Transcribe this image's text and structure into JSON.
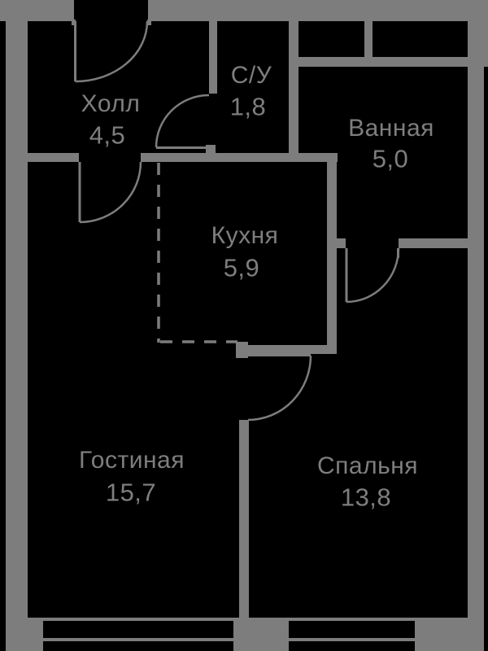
{
  "floorplan": {
    "type": "apartment-floor-plan",
    "language": "ru",
    "colors": {
      "background": "#000000",
      "walls": "#7d7d7d",
      "labels": "#7e7e7e"
    },
    "rooms": [
      {
        "id": "hall",
        "name": "Холл",
        "area": "4,5"
      },
      {
        "id": "wc",
        "name": "С/У",
        "area": "1,8"
      },
      {
        "id": "bathroom",
        "name": "Ванная",
        "area": "5,0"
      },
      {
        "id": "kitchen",
        "name": "Кухня",
        "area": "5,9"
      },
      {
        "id": "living",
        "name": "Гостиная",
        "area": "15,7"
      },
      {
        "id": "bedroom",
        "name": "Спальня",
        "area": "13,8"
      }
    ],
    "features": {
      "doors": 5,
      "windows": 2,
      "kitchen_zone_boundary": "dashed"
    }
  }
}
